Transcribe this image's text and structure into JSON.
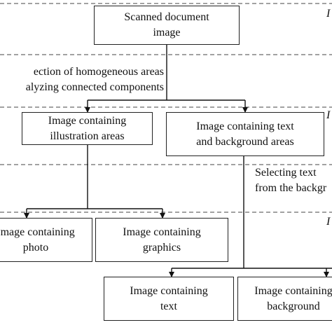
{
  "diagram": {
    "boxes": {
      "scanned": "Scanned document\nimage",
      "illustration": "Image containing\nillustration areas",
      "text_bg": "Image containing text\nand background areas",
      "photo": "Image containing\nphoto",
      "graphics": "Image containing\ngraphics",
      "text": "Image containing\ntext",
      "background": "Image containing\nbackground"
    },
    "labels": {
      "homogeneous": "ection of homogeneous areas\nalyzing connected components",
      "selecting": "Selecting text\nfrom the backgr"
    },
    "side_marks": [
      "I",
      "I",
      "I"
    ]
  }
}
